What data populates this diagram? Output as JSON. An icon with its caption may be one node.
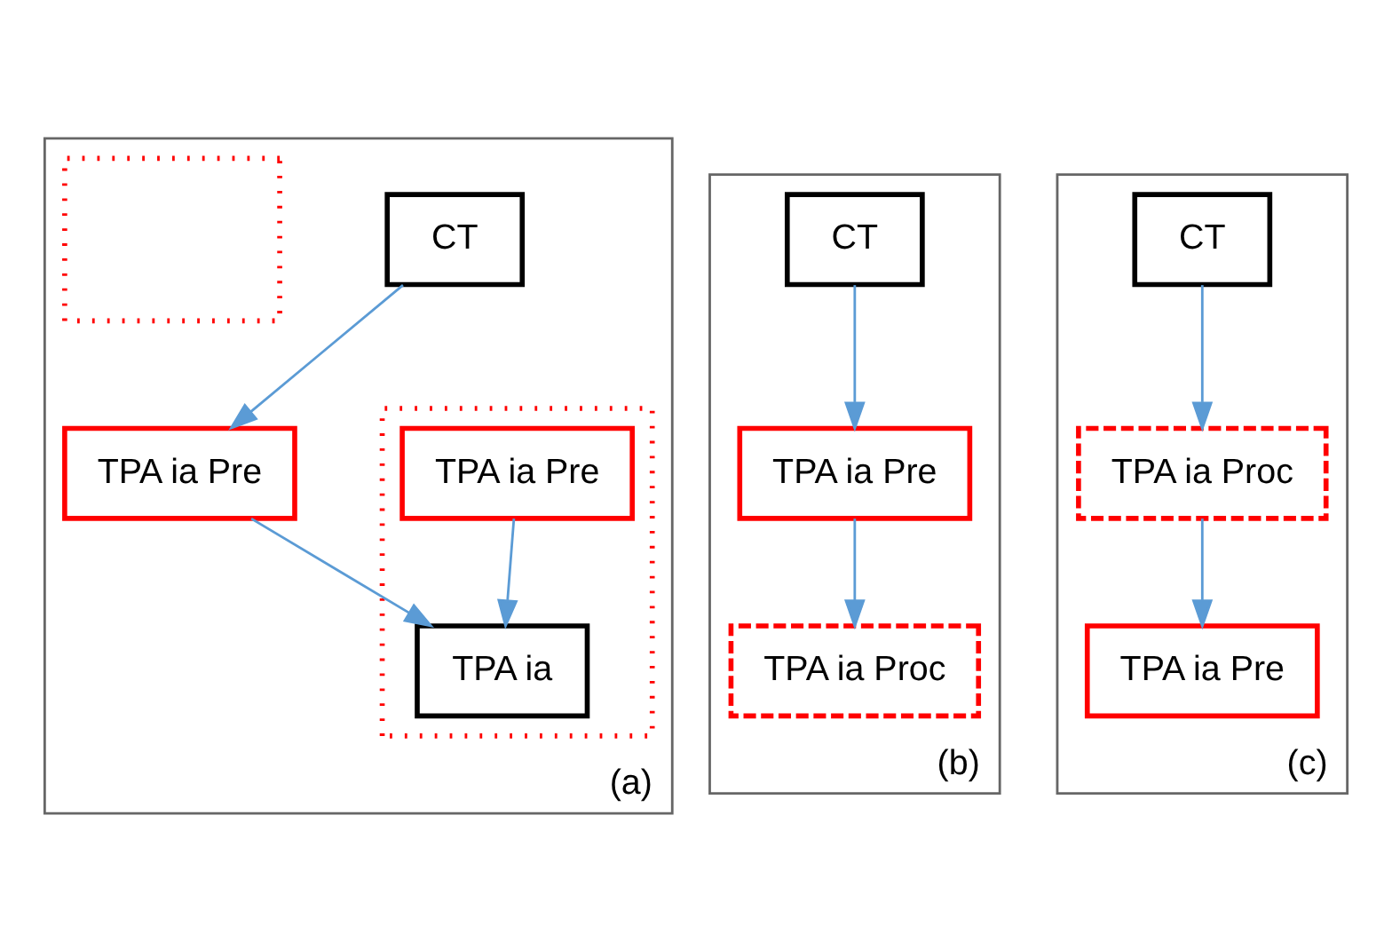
{
  "diagram": {
    "nodes": [
      {
        "text": [
          "(a)"
        ]
      },
      {
        "text": [
          "CT"
        ],
        "in": 0
      },
      {
        "text": [
          "TPA ia Pre"
        ],
        "in": 0
      },
      {
        "text": [],
        "shape": "box",
        "in": 0
      },
      {
        "text": [
          "TPA ia Pre"
        ],
        "in": 3
      },
      {
        "text": [
          "TPA ia"
        ],
        "in": 3
      },
      {
        "text": [],
        "shape": "box",
        "in": 0
      },
      {
        "text": [
          "(b)"
        ]
      },
      {
        "text": [
          "CT"
        ],
        "in": 7
      },
      {
        "text": [
          "TPA ia Pre"
        ],
        "in": 7
      },
      {
        "text": [
          "TPA ia Proc"
        ],
        "in": 7
      },
      {
        "text": [
          "(c)"
        ]
      },
      {
        "text": [
          "CT"
        ],
        "in": 11
      },
      {
        "text": [
          "TPA ia Proc"
        ],
        "in": 11
      },
      {
        "text": [
          "TPA ia Pre"
        ],
        "in": 11
      }
    ],
    "edges": [
      {
        "from": 1,
        "to": 2,
        "arrow": "to"
      },
      {
        "from": 2,
        "to": 5,
        "arrow": "to"
      },
      {
        "from": 4,
        "to": 5,
        "arrow": "to"
      },
      {
        "from": 8,
        "to": 9,
        "arrow": "to"
      },
      {
        "from": 9,
        "to": 10,
        "arrow": "to"
      },
      {
        "from": 12,
        "to": 13,
        "arrow": "to"
      },
      {
        "from": 13,
        "to": 14,
        "arrow": "to"
      }
    ]
  }
}
